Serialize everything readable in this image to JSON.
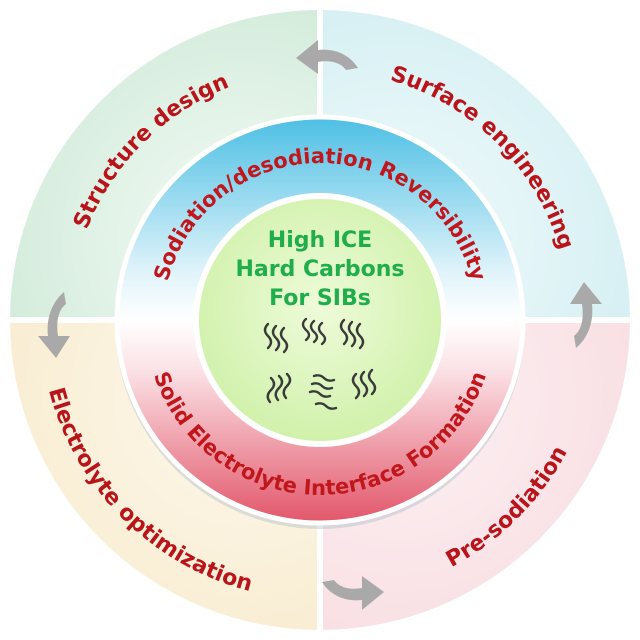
{
  "center": {
    "lines": [
      "High ICE",
      "Hard Carbons",
      "For SIBs"
    ],
    "color": "#1fae4b",
    "fill_color": "#d9f5b8"
  },
  "inner_ring": {
    "top_label": "Sodiation/desodiation Reversibility",
    "bottom_label": "Solid Electrolyte Interface Formation",
    "label_color": "#c0161c"
  },
  "quadrants": {
    "top_left": {
      "label": "Structure design",
      "color": "#cfead8"
    },
    "top_right": {
      "label": "Surface engineering",
      "color": "#d2eef2"
    },
    "bottom_right": {
      "label": "Pre-sodiation",
      "color": "#f8dde2"
    },
    "bottom_left": {
      "label": "Electrolyte optimization",
      "color": "#f8eccf"
    }
  },
  "outer_label_color": "#b8141a",
  "arrow_color": "#a9a9a9",
  "icons": [
    "carbon-wave-icon"
  ]
}
